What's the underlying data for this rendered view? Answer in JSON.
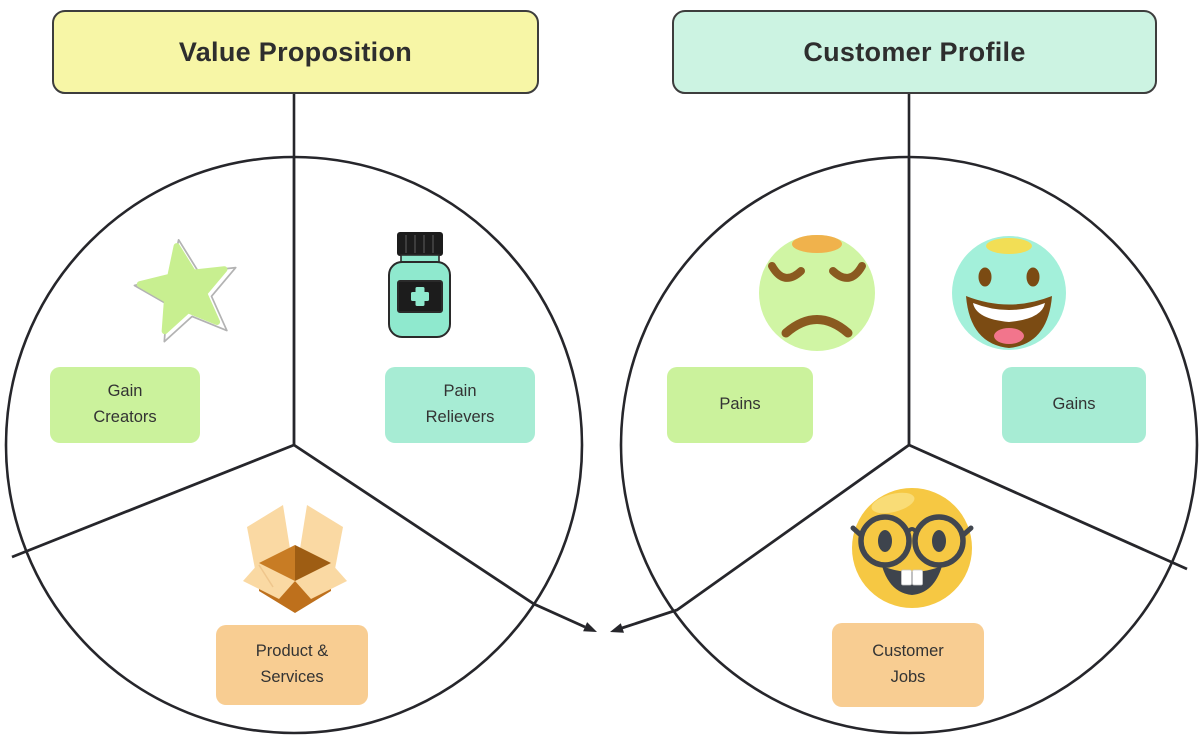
{
  "canvas": {
    "left_panel": {
      "title": "Value Proposition",
      "sections": [
        {
          "id": "gain-creators",
          "icon": "star-icon",
          "label_lines": [
            "Gain",
            "Creators"
          ]
        },
        {
          "id": "pain-relievers",
          "icon": "medicine-bottle-icon",
          "label_lines": [
            "Pain",
            "Relievers"
          ]
        },
        {
          "id": "product-services",
          "icon": "open-box-icon",
          "label_lines": [
            "Product &",
            "Services"
          ]
        }
      ]
    },
    "right_panel": {
      "title": "Customer Profile",
      "sections": [
        {
          "id": "pains",
          "icon": "sad-face-icon",
          "label_lines": [
            "Pains",
            ""
          ]
        },
        {
          "id": "gains",
          "icon": "happy-face-icon",
          "label_lines": [
            "Gains",
            ""
          ]
        },
        {
          "id": "customer-jobs",
          "icon": "nerd-face-icon",
          "label_lines": [
            "Customer",
            "Jobs"
          ]
        }
      ]
    },
    "colors": {
      "title_yellow": "#F7F6A6",
      "title_mint": "#CCF3E2",
      "label_green": "#CBF29C",
      "label_teal": "#A7ECD4",
      "label_orange": "#F8CD92",
      "line": "#26262B",
      "star_green": "#C8EF90",
      "bottle_mint": "#8FE9CE",
      "box_orange": "#BE701C",
      "face_green": "#D0F5A4",
      "face_mint": "#A3F0DA",
      "face_yellow": "#F6C843"
    }
  }
}
